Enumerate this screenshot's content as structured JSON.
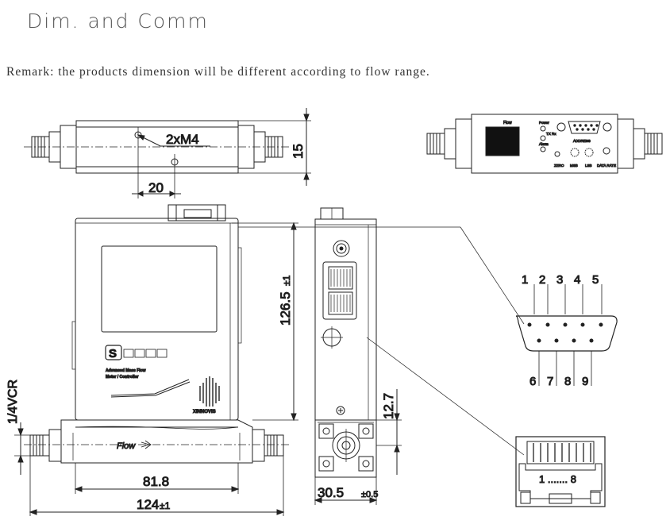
{
  "header": {
    "title": "Dim. and Comm",
    "remark": "Remark: the products dimension will be different according to flow range."
  },
  "top_view": {
    "thread_label": "2xM4",
    "spacing": "20",
    "height": "15"
  },
  "front_view": {
    "height": "126.5",
    "height_tol": "±1",
    "body_width": "81.8",
    "overall_width": "124",
    "overall_tol": "±1",
    "fitting": "1/4VCR",
    "flow_label": "Flow",
    "panel_line1": "Advanced Mass Flow",
    "panel_line2": "Meter / Controller",
    "brand": "XINNOVIS"
  },
  "side_view": {
    "width": "30.5",
    "width_tol": "±0.5",
    "port_height": "12.7"
  },
  "top_right_view": {
    "flow": "Flow",
    "power": "Power",
    "rx": "TX Rx",
    "alarm": "Alarm",
    "address": "ADDRESS",
    "zero": "ZERO",
    "msb": "MSB",
    "lsb": "LSB",
    "data_rate": "DATA RATE"
  },
  "db9": {
    "top_pins": [
      "1",
      "2",
      "3",
      "4",
      "5"
    ],
    "bottom_pins": [
      "6",
      "7",
      "8",
      "9"
    ]
  },
  "rj45": {
    "label": "1 ....... 8"
  }
}
